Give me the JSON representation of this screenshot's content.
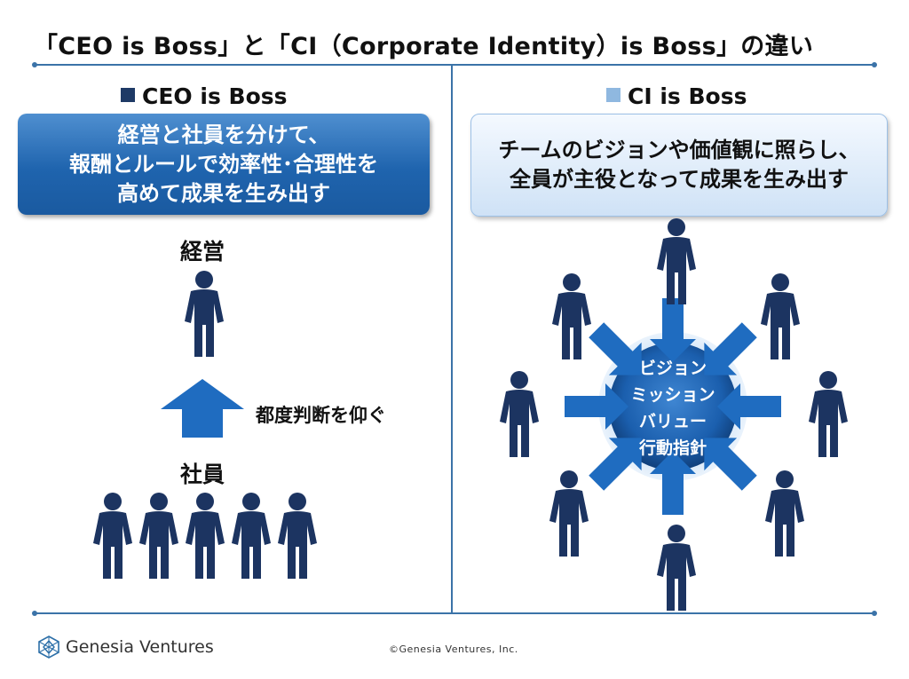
{
  "title": "「CEO is Boss」と「CI（Corporate Identity）is Boss」の違い",
  "left": {
    "heading": "CEO is Boss",
    "heading_square_color": "#1e3a66",
    "box_lines": [
      "経営と社員を分けて、",
      "報酬とルールで効率性･合理性を",
      "高めて成果を生み出す"
    ],
    "top_label": "経営",
    "arrow_label": "都度判断を仰ぐ",
    "bottom_label": "社員",
    "person_color": "#1c3461"
  },
  "right": {
    "heading": "CI is Boss",
    "heading_square_color": "#8fb8e0",
    "box_lines": [
      "チームのビジョンや価値観に照らし、",
      "全員が主役となって成果を生み出す"
    ],
    "center_lines": [
      "ビジョン",
      "ミッション",
      "バリュー",
      "行動指針"
    ],
    "arrow_color": "#1f6cc0",
    "person_color": "#1c3461"
  },
  "footer": {
    "logo_text": "Genesia Ventures",
    "copyright": "©Genesia Ventures, Inc."
  }
}
